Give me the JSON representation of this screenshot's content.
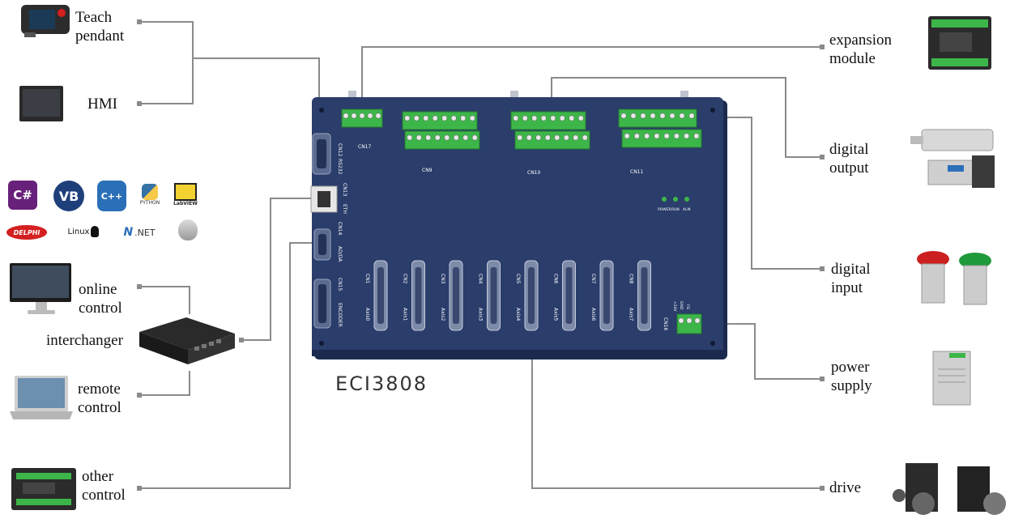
{
  "labels": {
    "teach_pendant": "Teach\npendant",
    "hmi": "HMI",
    "online_control": "online\ncontrol",
    "interchanger": "interchanger",
    "remote_control": "remote\ncontrol",
    "other_control": "other\ncontrol",
    "expansion_module": "expansion\nmodule",
    "digital_output": "digital\noutput",
    "digital_input": "digital\ninput",
    "power_supply": "power\nsupply",
    "drive": "drive"
  },
  "model": "ECI3808",
  "board": {
    "ports": {
      "rs232": "RS232",
      "cn12": "CN12",
      "eth": "ETH",
      "cn13": "CN13",
      "cn14": "CN14",
      "ad_da": "AD/DA",
      "cn15": "CN15",
      "encoder": "ENCODER",
      "cn17": "CN17",
      "cn9": "CN9",
      "cn10": "CN10",
      "cn11": "CN11",
      "cn16": "CN16"
    },
    "axis_connectors": [
      {
        "cn": "CN1",
        "axis": "Axis0"
      },
      {
        "cn": "CN2",
        "axis": "Axis1"
      },
      {
        "cn": "CN3",
        "axis": "Axis2"
      },
      {
        "cn": "CN4",
        "axis": "Axis3"
      },
      {
        "cn": "CN5",
        "axis": "Axis4"
      },
      {
        "cn": "CN6",
        "axis": "Axis5"
      },
      {
        "cn": "CN7",
        "axis": "Axis6"
      },
      {
        "cn": "CN8",
        "axis": "Axis7"
      }
    ],
    "leds": [
      "POWER",
      "RUN",
      "ALM"
    ],
    "power_terminal": [
      "+24V",
      "GND",
      "FG"
    ]
  },
  "software_logos": {
    "csharp": "C#",
    "vb": "VB",
    "cpp": "C++",
    "python": "PYTHON",
    "labview": "LabVIEW",
    "delphi": "DELPHI",
    "linux": "Linux",
    "dotnet": ".NET"
  },
  "colors": {
    "board": "#2a3d6b",
    "board_edge": "#1b2a4e",
    "terminal_green": "#3db649",
    "line": "#8a8a8a",
    "csharp": "#68217a",
    "vb": "#1e3f7a",
    "cpp": "#2a6fb8",
    "delphi": "#d42020"
  }
}
